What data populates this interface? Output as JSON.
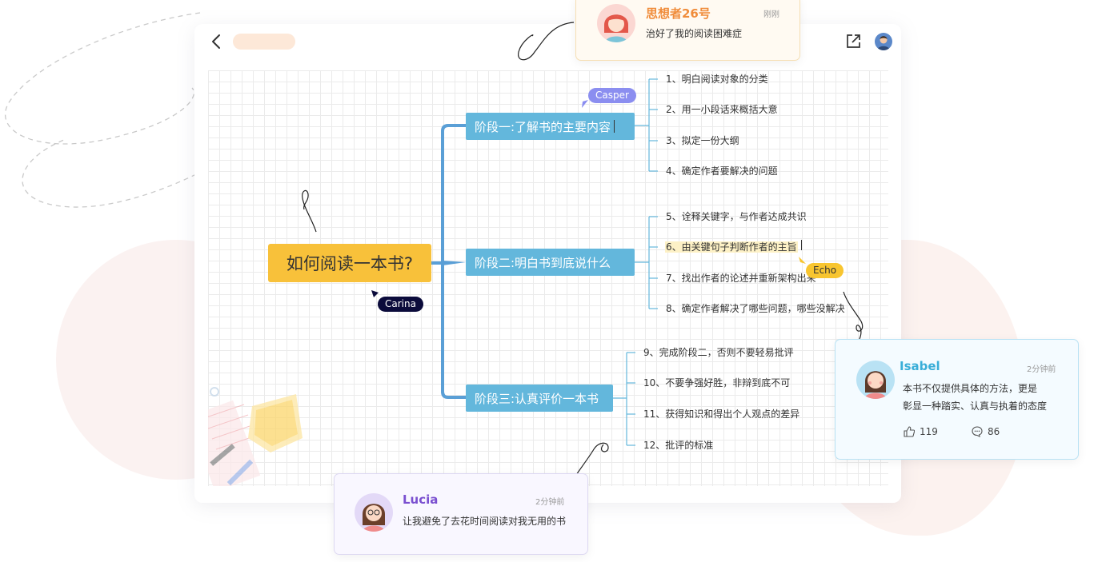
{
  "background": {
    "blob_color": "#fcf2ef"
  },
  "header": {
    "back_icon": "chevron-left-icon",
    "share_icon": "external-link-icon",
    "avatar_icon": "user-avatar-icon"
  },
  "mindmap": {
    "root": "如何阅读一本书?",
    "stages": [
      {
        "label": "阶段一:了解书的主要内容",
        "items": [
          "1、明白阅读对象的分类",
          "2、用一小段话来概括大意",
          "3、拟定一份大纲",
          "4、确定作者要解决的问题"
        ]
      },
      {
        "label": "阶段二:明白书到底说什么",
        "items": [
          "5、诠释关键字，与作者达成共识",
          "6、由关键句子判断作者的主旨",
          "7、找出作者的论述并重新架构出来",
          "8、确定作者解决了哪些问题，哪些没解决"
        ]
      },
      {
        "label": "阶段三:认真评价一本书",
        "items": [
          "9、完成阶段二，否则不要轻易批评",
          "10、不要争强好胜，非辩到底不可",
          "11、获得知识和得出个人观点的差异",
          "12、批评的标准"
        ]
      }
    ],
    "colors": {
      "root": "#f8c13a",
      "stage": "#63b7dc",
      "connector": "#5a9fd6"
    }
  },
  "cursors": {
    "casper": "Casper",
    "echo": "Echo",
    "carina": "Carina"
  },
  "comments": [
    {
      "user": "思想者26号",
      "time": "刚刚",
      "text": "治好了我的阅读困难症",
      "name_color": "#f08c3a"
    },
    {
      "user": "Isabel",
      "time": "2分钟前",
      "text_line1": "本书不仅提供具体的方法，更是",
      "text_line2": "彰显一种踏实、认真与执着的态度",
      "likes": "119",
      "replies": "86",
      "name_color": "#3aaed8"
    },
    {
      "user": "Lucia",
      "time": "2分钟前",
      "text": "让我避免了去花时间阅读对我无用的书",
      "name_color": "#7a4fd0"
    }
  ]
}
